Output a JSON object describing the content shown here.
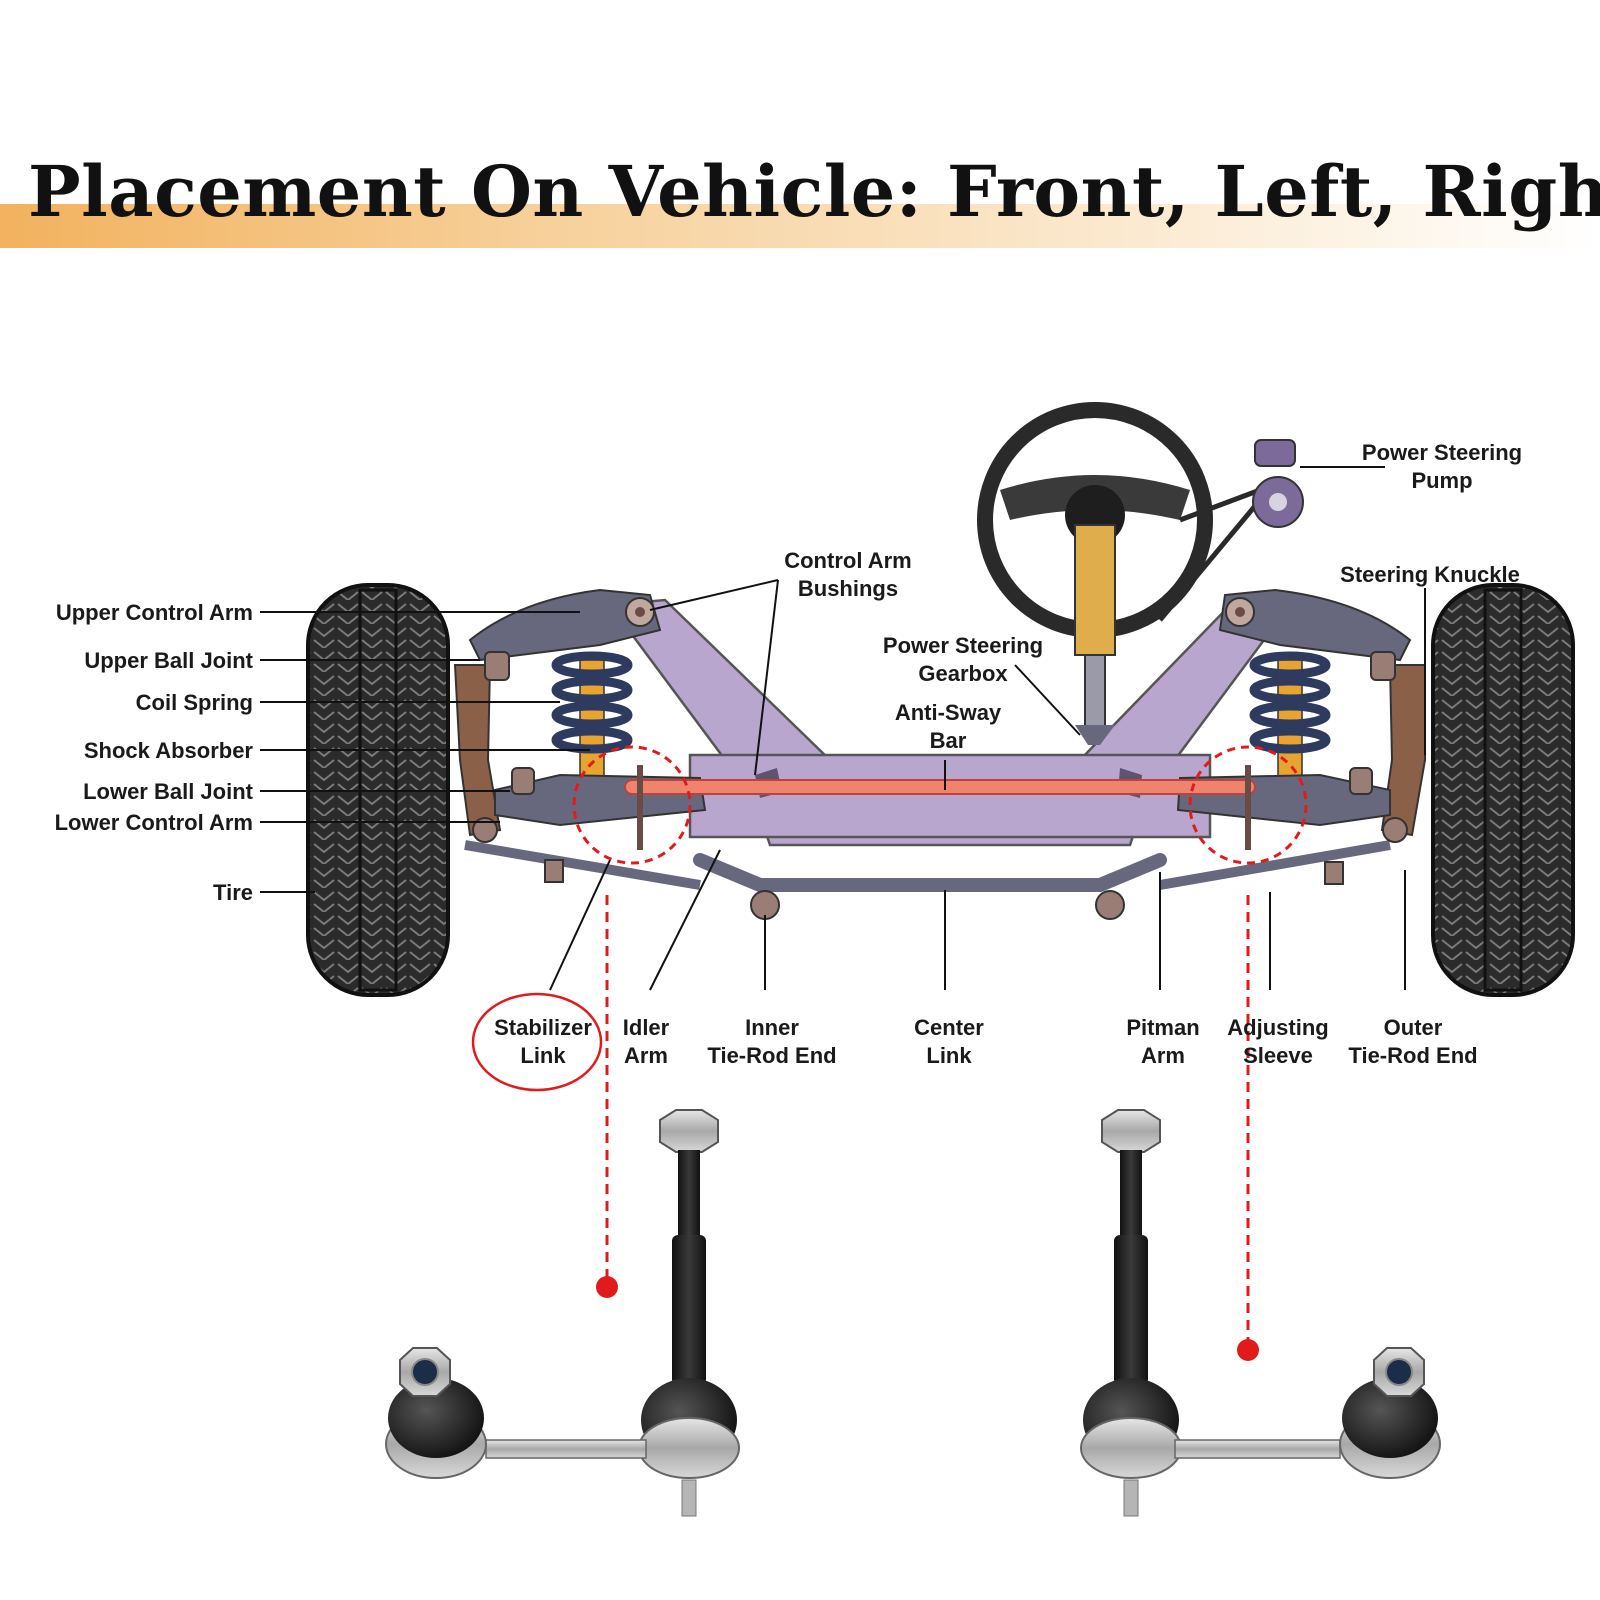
{
  "title": "Placement On Vehicle: Front, Left, Right",
  "colors": {
    "title_band": "#f2b25e",
    "frame": "#b9a6cf",
    "control_arm": "#67687e",
    "anti_sway_bar": "#f0836e",
    "tire": "#2b2b2b",
    "coil_spring": "#2f3a5f",
    "shock": "#e8a431",
    "highlight": "#e11b1b",
    "steering_column": "#e0ad4c"
  },
  "labels": {
    "upper_control_arm": "Upper Control Arm",
    "upper_ball_joint": "Upper Ball Joint",
    "coil_spring": "Coil Spring",
    "shock_absorber": "Shock Absorber",
    "lower_ball_joint": "Lower Ball Joint",
    "lower_control_arm": "Lower Control Arm",
    "tire": "Tire",
    "control_arm_bushings_1": "Control Arm",
    "control_arm_bushings_2": "Bushings",
    "power_steering_gearbox_1": "Power Steering",
    "power_steering_gearbox_2": "Gearbox",
    "anti_sway_bar_1": "Anti-Sway",
    "anti_sway_bar_2": "Bar",
    "power_steering_pump_1": "Power Steering",
    "power_steering_pump_2": "Pump",
    "steering_knuckle": "Steering Knuckle",
    "stabilizer_link_1": "Stabilizer",
    "stabilizer_link_2": "Link",
    "idler_arm_1": "Idler",
    "idler_arm_2": "Arm",
    "inner_tie_rod_1": "Inner",
    "inner_tie_rod_2": "Tie-Rod End",
    "center_link_1": "Center",
    "center_link_2": "Link",
    "pitman_arm_1": "Pitman",
    "pitman_arm_2": "Arm",
    "adjusting_sleeve_1": "Adjusting",
    "adjusting_sleeve_2": "Sleeve",
    "outer_tie_rod_1": "Outer",
    "outer_tie_rod_2": "Tie-Rod End"
  }
}
